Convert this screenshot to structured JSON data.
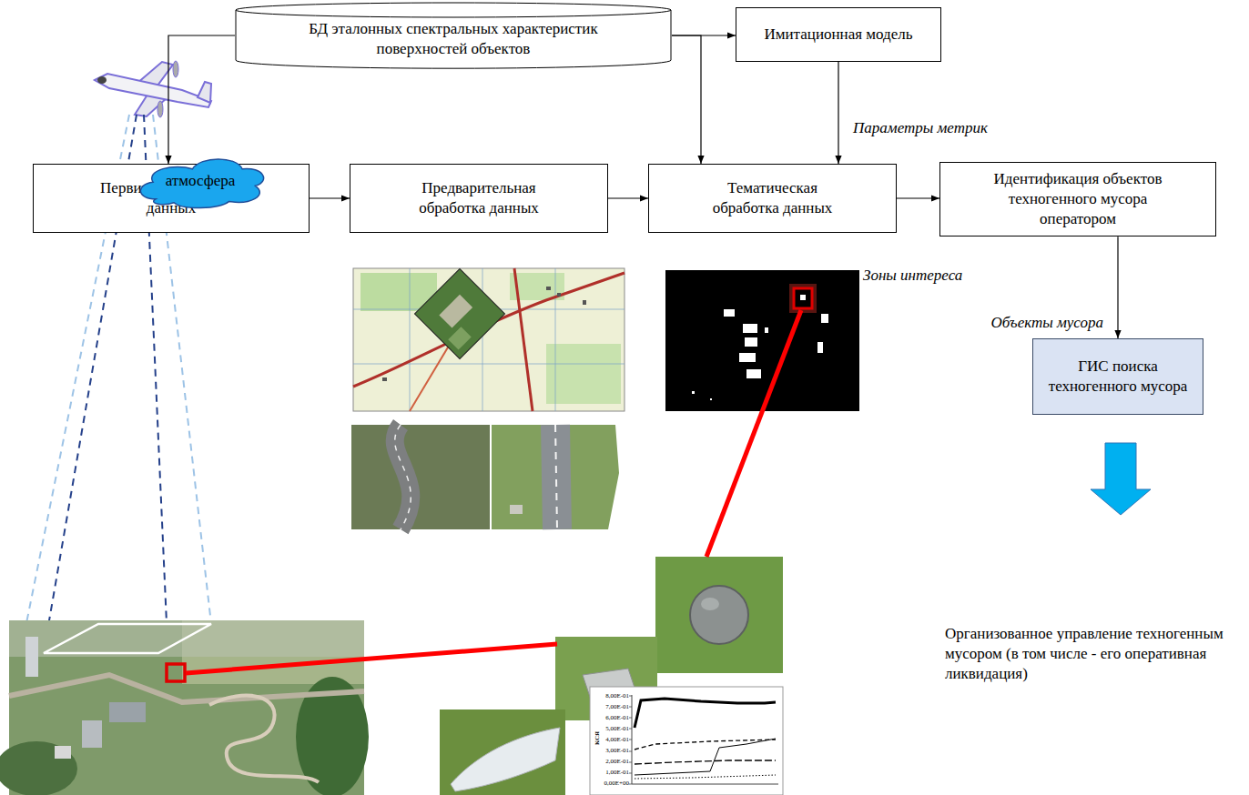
{
  "diagram": {
    "nodes": [
      {
        "text": [
          "БД эталонных спектральных характеристик поверхностей объектов"
        ]
      },
      {
        "text": [
          "Имитационная модель"
        ]
      },
      {
        "text": [
          "Первичная обработка данных"
        ]
      },
      {
        "text": [
          "Предварительная обработка данных"
        ]
      },
      {
        "text": [
          "Тематическая обработка данных"
        ]
      },
      {
        "text": [
          "Идентификация объектов техногенного мусора оператором"
        ]
      },
      {
        "text": [
          "ГИС поиска техногенного мусора"
        ]
      },
      {
        "text": [
          "атмосфера"
        ]
      }
    ],
    "edges": [
      {
        "from": 0,
        "to": 2,
        "arrow": "to"
      },
      {
        "from": 0,
        "to": 1,
        "arrow": "to"
      },
      {
        "from": 0,
        "to": 4,
        "arrow": "to"
      },
      {
        "from": 1,
        "to": 4,
        "label": "Параметры метрик",
        "arrow": "to"
      },
      {
        "from": 2,
        "to": 3,
        "arrow": "to"
      },
      {
        "from": 3,
        "to": 4,
        "arrow": "to"
      },
      {
        "from": 4,
        "to": 5,
        "arrow": "to"
      },
      {
        "from": 5,
        "to": 6,
        "label": "Объекты мусора",
        "arrow": "to"
      }
    ],
    "labels": [
      "Зоны интереса",
      "Организованное управление техногенным мусором (в том числе - его оперативная ликвидация)",
      "8,00E-01",
      "7,00E-01",
      "6,00E-01",
      "5,00E-01",
      "4,00E-01",
      "3,00E-01",
      "2,00E-01",
      "1,00E-01",
      "0,00E+00",
      "КСЯ"
    ]
  }
}
